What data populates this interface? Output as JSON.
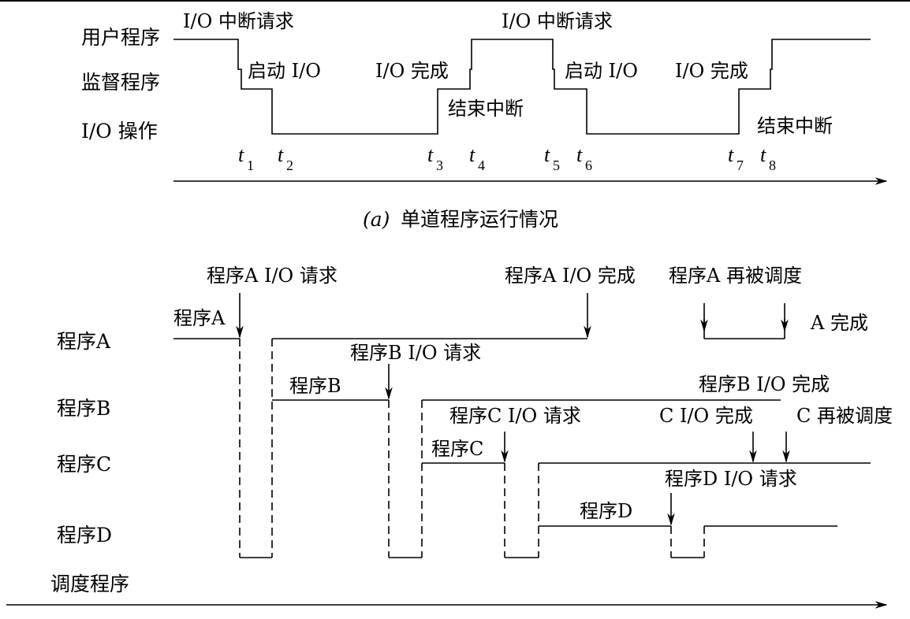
{
  "part_a": {
    "row_labels": [
      "用户程序",
      "监督程序",
      "I/O 操作"
    ],
    "annotations": [
      "I/O 中断请求",
      "启动 I/O",
      "I/O 完成",
      "结束中断",
      "I/O 中断请求",
      "启动 I/O",
      "I/O 完成",
      "结束中断"
    ],
    "time_marks": [
      {
        "t": "t",
        "sub": "1"
      },
      {
        "t": "t",
        "sub": "2"
      },
      {
        "t": "t",
        "sub": "3"
      },
      {
        "t": "t",
        "sub": "4"
      },
      {
        "t": "t",
        "sub": "5"
      },
      {
        "t": "t",
        "sub": "6"
      },
      {
        "t": "t",
        "sub": "7"
      },
      {
        "t": "t",
        "sub": "8"
      }
    ],
    "caption_prefix": "(a)",
    "caption": "单道程序运行情况"
  },
  "part_b": {
    "row_labels": [
      "程序A",
      "程序B",
      "程序C",
      "程序D",
      "调度程序"
    ],
    "annotations": [
      "程序A I/O 请求",
      "程序A I/O 完成",
      "程序A 再被调度",
      "A 完成",
      "程序A",
      "程序B I/O 请求",
      "程序B",
      "程序B I/O 完成",
      "程序C I/O 请求",
      "C I/O 完成",
      "C 再被调度",
      "程序C",
      "程序D I/O 请求",
      "程序D"
    ]
  }
}
